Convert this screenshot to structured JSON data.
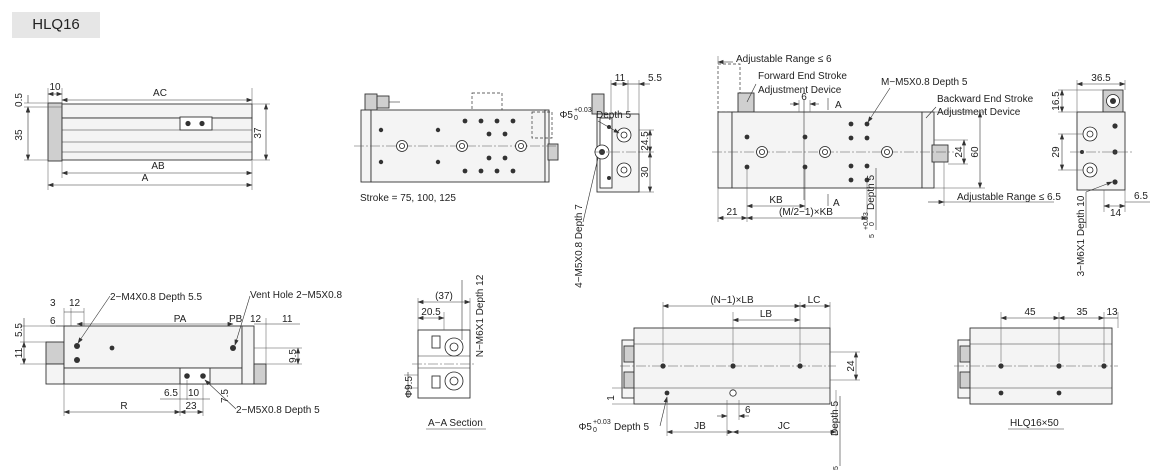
{
  "model": "HLQ16",
  "dims": {
    "side": {
      "h05": "0.5",
      "h35": "35",
      "w10": "10",
      "ac": "AC",
      "h37": "37",
      "ab": "AB",
      "a": "A"
    },
    "top": {
      "stroke": "Stroke = 75, 100, 125"
    },
    "end": {
      "w11": "11",
      "w55": "5.5",
      "phi5": "Φ5",
      "tol": "+0.03",
      "tol0": "0",
      "phi5_depth": "Depth 5",
      "h245": "24.5",
      "h30": "30",
      "tap": "4−M5X0.8 Depth 7"
    },
    "front": {
      "adj_range_top": "Adjustable Range ≤ 6",
      "fwd1": "Forward End Stroke",
      "fwd2": "Adjustment Device",
      "tap": "M−M5X0.8 Depth 5",
      "bwd1": "Backward End Stroke",
      "bwd2": "Adjustment Device",
      "six": "6",
      "sec_a": "A",
      "depth5": "5",
      "tol": "+0.03",
      "tol0": "0",
      "depth5_label": "Depth 5",
      "h24": "24",
      "h60": "60",
      "kb": "KB",
      "w21": "21",
      "m2kb": "(M/2−1)×KB",
      "adj_range_bottom": "Adjustable Range ≤ 6.5"
    },
    "right": {
      "w365": "36.5",
      "h165": "16.5",
      "h29": "29",
      "tap": "3−M6X1 Depth 10",
      "w14": "14",
      "w65": "6.5"
    },
    "bl": {
      "w3": "3",
      "w12": "12",
      "tap1": "2−M4X0.8 Depth 5.5",
      "vent": "Vent Hole 2−M5X0.8",
      "w6": "6",
      "pa": "PA",
      "pb": "PB",
      "pb12": "12",
      "w11": "11",
      "h55": "5.5",
      "h11": "11",
      "h95": "9.5",
      "w65": "6.5",
      "w10": "10",
      "h75": "7.5",
      "r": "R",
      "w23": "23",
      "tap2": "2−M5X0.8 Depth 5"
    },
    "sect": {
      "w37": "(37)",
      "w205": "20.5",
      "tap": "N−M6X1 Depth 12",
      "phi95": "Φ9.5",
      "label": "A−A Section"
    },
    "bc": {
      "nlb": "(N−1)×LB",
      "lc": "LC",
      "lb": "LB",
      "h24": "24",
      "h1": "1",
      "phi5": "Φ5",
      "tol": "+0.03",
      "tol0": "0",
      "phi5_depth": "Depth 5",
      "jb": "JB",
      "six": "6",
      "jc": "JC",
      "d5": "5",
      "d5_label": "Depth 5"
    },
    "br": {
      "w45": "45",
      "w35": "35",
      "w13": "13",
      "label": "HLQ16×50"
    }
  }
}
